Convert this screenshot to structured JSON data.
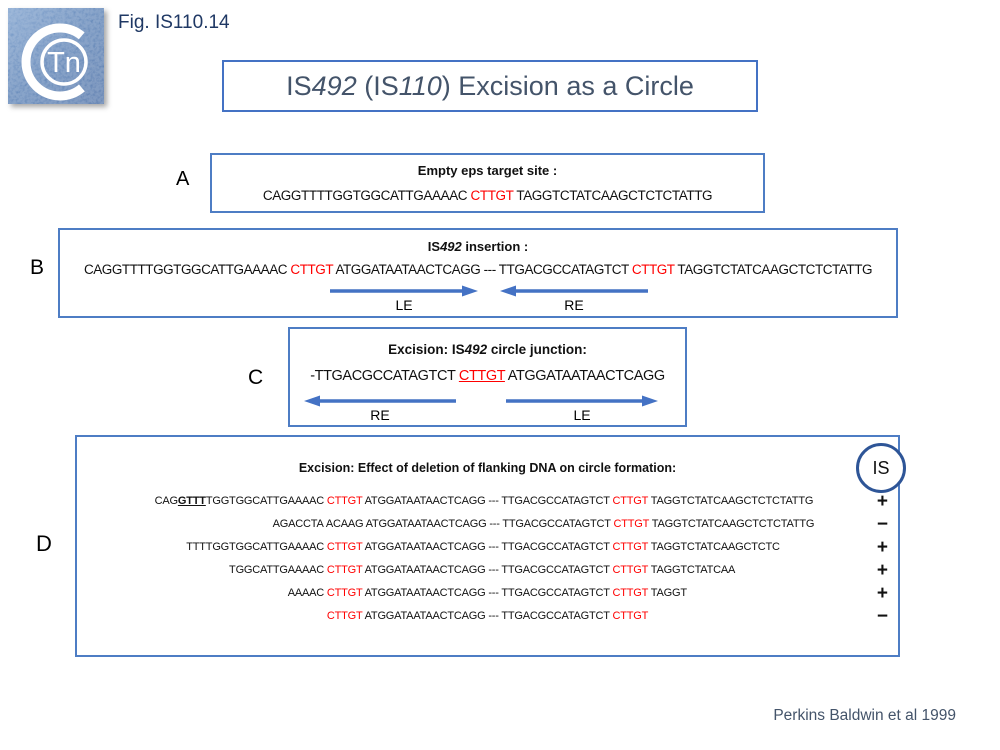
{
  "colors": {
    "accent_blue": "#4472C4",
    "border_blue": "#4E7DC4",
    "motif_red": "#FF0000",
    "title_text": "#44546A",
    "fig_label_text": "#1F3864",
    "is_circle_stroke": "#2E5597"
  },
  "logo": {
    "letters": "Tn"
  },
  "fig_label": "Fig. IS110.14",
  "title": {
    "pre": "IS",
    "i1": "492",
    "mid": " (IS",
    "i2": "110",
    "post": ") Excision as a Circle"
  },
  "panel_a": {
    "label": "A",
    "heading": "Empty eps target site :",
    "sequence": [
      {
        "t": "CAGGTTTTGGTGGCATTGAAAAC ",
        "c": ""
      },
      {
        "t": "CTTGT",
        "c": "red"
      },
      {
        "t": " TAGGTCTATCAAGCTCTCTATTG",
        "c": ""
      }
    ]
  },
  "panel_b": {
    "label": "B",
    "heading_pre": "IS",
    "heading_i": "492",
    "heading_post": " insertion :",
    "sequence": [
      {
        "t": "CAGGTTTTGGTGGCATTGAAAAC ",
        "c": ""
      },
      {
        "t": "CTTGT",
        "c": "red"
      },
      {
        "t": " ATGGATAATAACTCAGG --- TTGACGCCATAGTCT ",
        "c": ""
      },
      {
        "t": "CTTGT",
        "c": "red"
      },
      {
        "t": " TAGGTCTATCAAGCTCTCTATTG",
        "c": ""
      }
    ],
    "le_label": "LE",
    "re_label": "RE"
  },
  "panel_c": {
    "label": "C",
    "heading_pre": "Excision: IS",
    "heading_i": "492",
    "heading_post": " circle junction:",
    "sequence": [
      {
        "t": "-TTGACGCCATAGTCT ",
        "c": ""
      },
      {
        "t": "CTTGT",
        "c": "ru"
      },
      {
        "t": " ATGGATAATAACTCAGG",
        "c": ""
      }
    ],
    "re_label": "RE",
    "le_label": "LE"
  },
  "panel_d": {
    "label": "D",
    "heading": "Excision: Effect of deletion of flanking DNA on circle formation:",
    "is_circle_label": "IS",
    "rows": [
      {
        "left": [
          {
            "t": "CAG",
            "c": ""
          },
          {
            "t": "GTTT",
            "c": "bu"
          },
          {
            "t": "TGGTGGCATTGAAAAC ",
            "c": ""
          }
        ],
        "core": [
          {
            "t": "CTTGT",
            "c": "red"
          },
          {
            "t": " ATGGATAATAACTCAGG --- TTGACGCCATAGTCT ",
            "c": ""
          },
          {
            "t": "CTTGT",
            "c": "red"
          }
        ],
        "right": [
          {
            "t": " TAGGTCTATCAAGCTCTCTATTG",
            "c": ""
          }
        ],
        "result": "+"
      },
      {
        "left": [
          {
            "t": "AGACCTA ",
            "c": ""
          }
        ],
        "core": [
          {
            "t": "ACAAG",
            "c": ""
          },
          {
            "t": " ATGGATAATAACTCAGG --- TTGACGCCATAGTCT ",
            "c": ""
          },
          {
            "t": "CTTGT",
            "c": "red"
          }
        ],
        "right": [
          {
            "t": " TAGGTCTATCAAGCTCTCTATTG",
            "c": ""
          }
        ],
        "result": "−"
      },
      {
        "left": [
          {
            "t": "TTTTGGTGGCATTGAAAAC ",
            "c": ""
          }
        ],
        "core": [
          {
            "t": "CTTGT",
            "c": "red"
          },
          {
            "t": " ATGGATAATAACTCAGG --- TTGACGCCATAGTCT ",
            "c": ""
          },
          {
            "t": "CTTGT",
            "c": "red"
          }
        ],
        "right": [
          {
            "t": " TAGGTCTATCAAGCTCTC",
            "c": ""
          }
        ],
        "result": "+"
      },
      {
        "left": [
          {
            "t": "TGGCATTGAAAAC ",
            "c": ""
          }
        ],
        "core": [
          {
            "t": "CTTGT",
            "c": "red"
          },
          {
            "t": " ATGGATAATAACTCAGG --- TTGACGCCATAGTCT ",
            "c": ""
          },
          {
            "t": "CTTGT",
            "c": "red"
          }
        ],
        "right": [
          {
            "t": " TAGGTCTATCAA",
            "c": ""
          }
        ],
        "result": "+"
      },
      {
        "left": [
          {
            "t": "AAAAC ",
            "c": ""
          }
        ],
        "core": [
          {
            "t": "CTTGT",
            "c": "red"
          },
          {
            "t": " ATGGATAATAACTCAGG --- TTGACGCCATAGTCT ",
            "c": ""
          },
          {
            "t": "CTTGT",
            "c": "red"
          }
        ],
        "right": [
          {
            "t": " TAGGT",
            "c": ""
          }
        ],
        "result": "+"
      },
      {
        "left": [],
        "core": [
          {
            "t": "CTTGT",
            "c": "red"
          },
          {
            "t": " ATGGATAATAACTCAGG --- TTGACGCCATAGTCT ",
            "c": ""
          },
          {
            "t": "CTTGT",
            "c": "red"
          }
        ],
        "right": [],
        "result": "−"
      }
    ]
  },
  "citation": "Perkins Baldwin et al 1999"
}
